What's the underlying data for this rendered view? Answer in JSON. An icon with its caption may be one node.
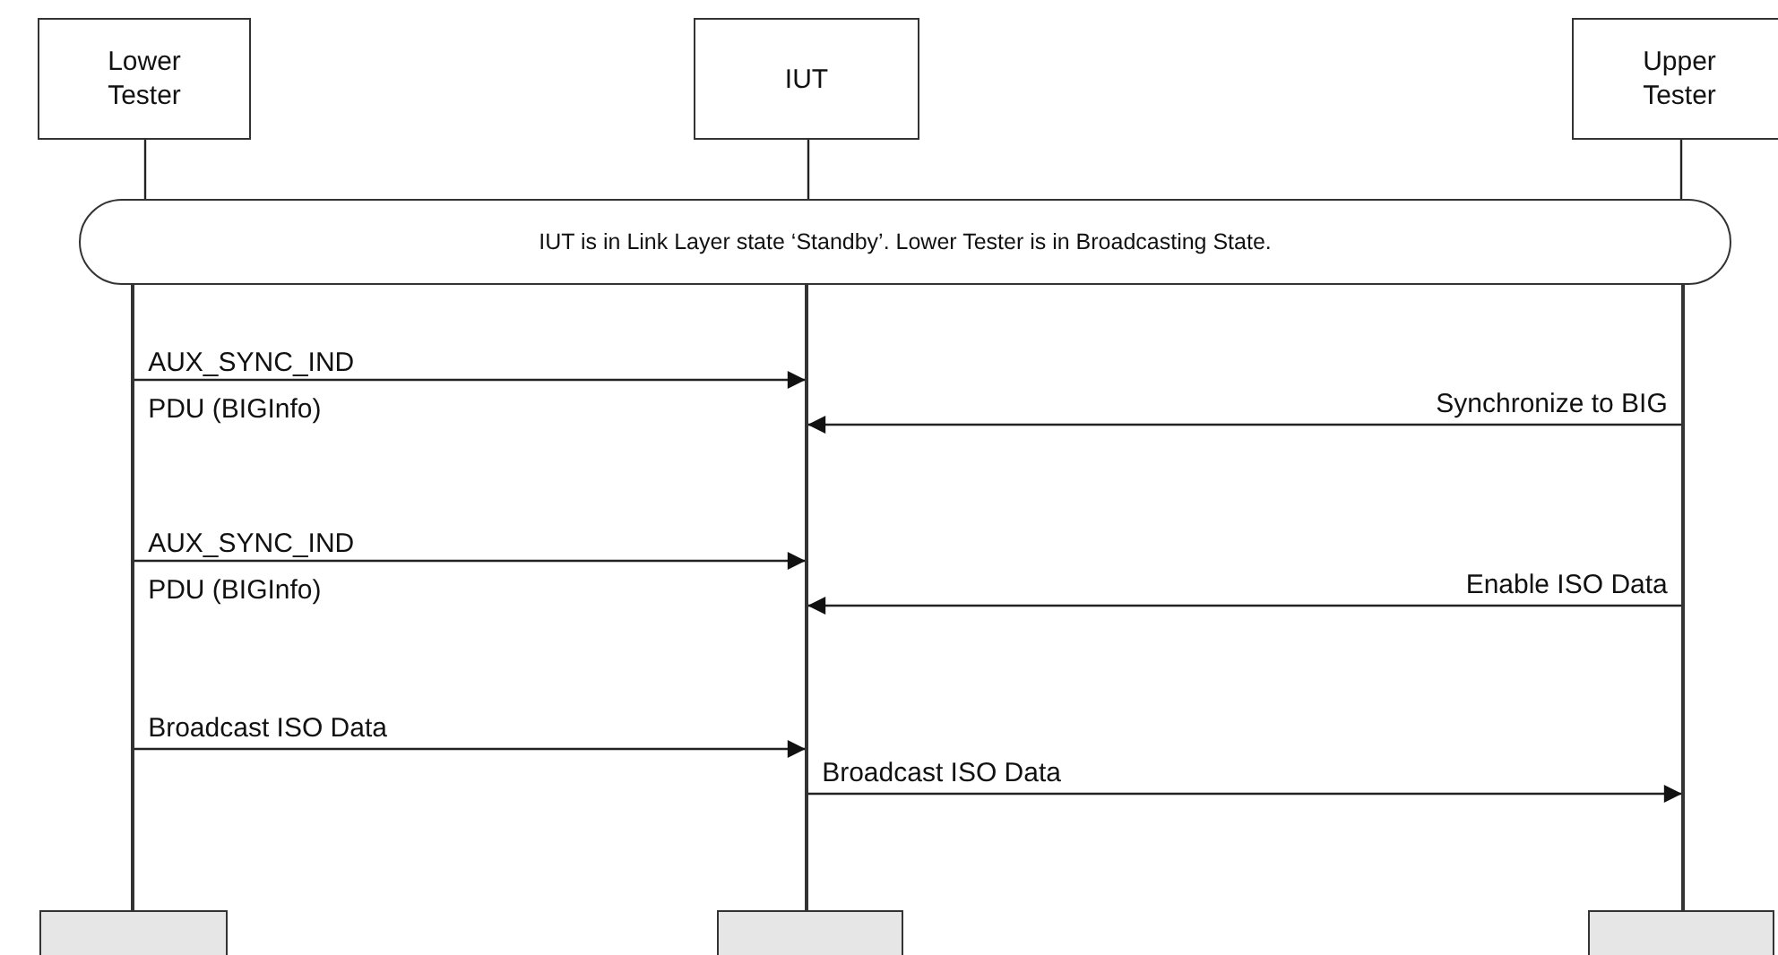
{
  "diagram": {
    "nodes": [
      {
        "text": [
          "Lower Tester"
        ]
      },
      {
        "text": [
          "IUT"
        ]
      },
      {
        "text": [
          "Upper Tester"
        ]
      },
      {
        "text": [
          "IUT is in Link Layer state ‘Standby’. Lower Tester is in Broadcasting State."
        ]
      },
      {
        "text": [],
        "shape": "bar"
      },
      {
        "text": [],
        "shape": "bar"
      },
      {
        "text": [],
        "shape": "bar"
      },
      {
        "text": [],
        "shape": "box"
      },
      {
        "text": [],
        "shape": "box"
      },
      {
        "text": [],
        "shape": "box"
      }
    ],
    "edges": [
      {
        "from": 0,
        "to": 3,
        "arrow": "none"
      },
      {
        "from": 1,
        "to": 3,
        "arrow": "none"
      },
      {
        "from": 2,
        "to": 3,
        "arrow": "none"
      },
      {
        "from": 4,
        "to": 5,
        "arrow": "to",
        "label": "AUX_SYNC_IND PDU (BIGInfo)"
      },
      {
        "from": 6,
        "to": 5,
        "arrow": "to",
        "label": "Synchronize to BIG"
      },
      {
        "from": 4,
        "to": 5,
        "arrow": "to",
        "label": "AUX_SYNC_IND PDU (BIGInfo)"
      },
      {
        "from": 6,
        "to": 5,
        "arrow": "to",
        "label": "Enable ISO Data"
      },
      {
        "from": 4,
        "to": 5,
        "arrow": "to",
        "label": "Broadcast ISO Data"
      },
      {
        "from": 5,
        "to": 6,
        "arrow": "to",
        "label": "Broadcast ISO Data"
      }
    ]
  }
}
